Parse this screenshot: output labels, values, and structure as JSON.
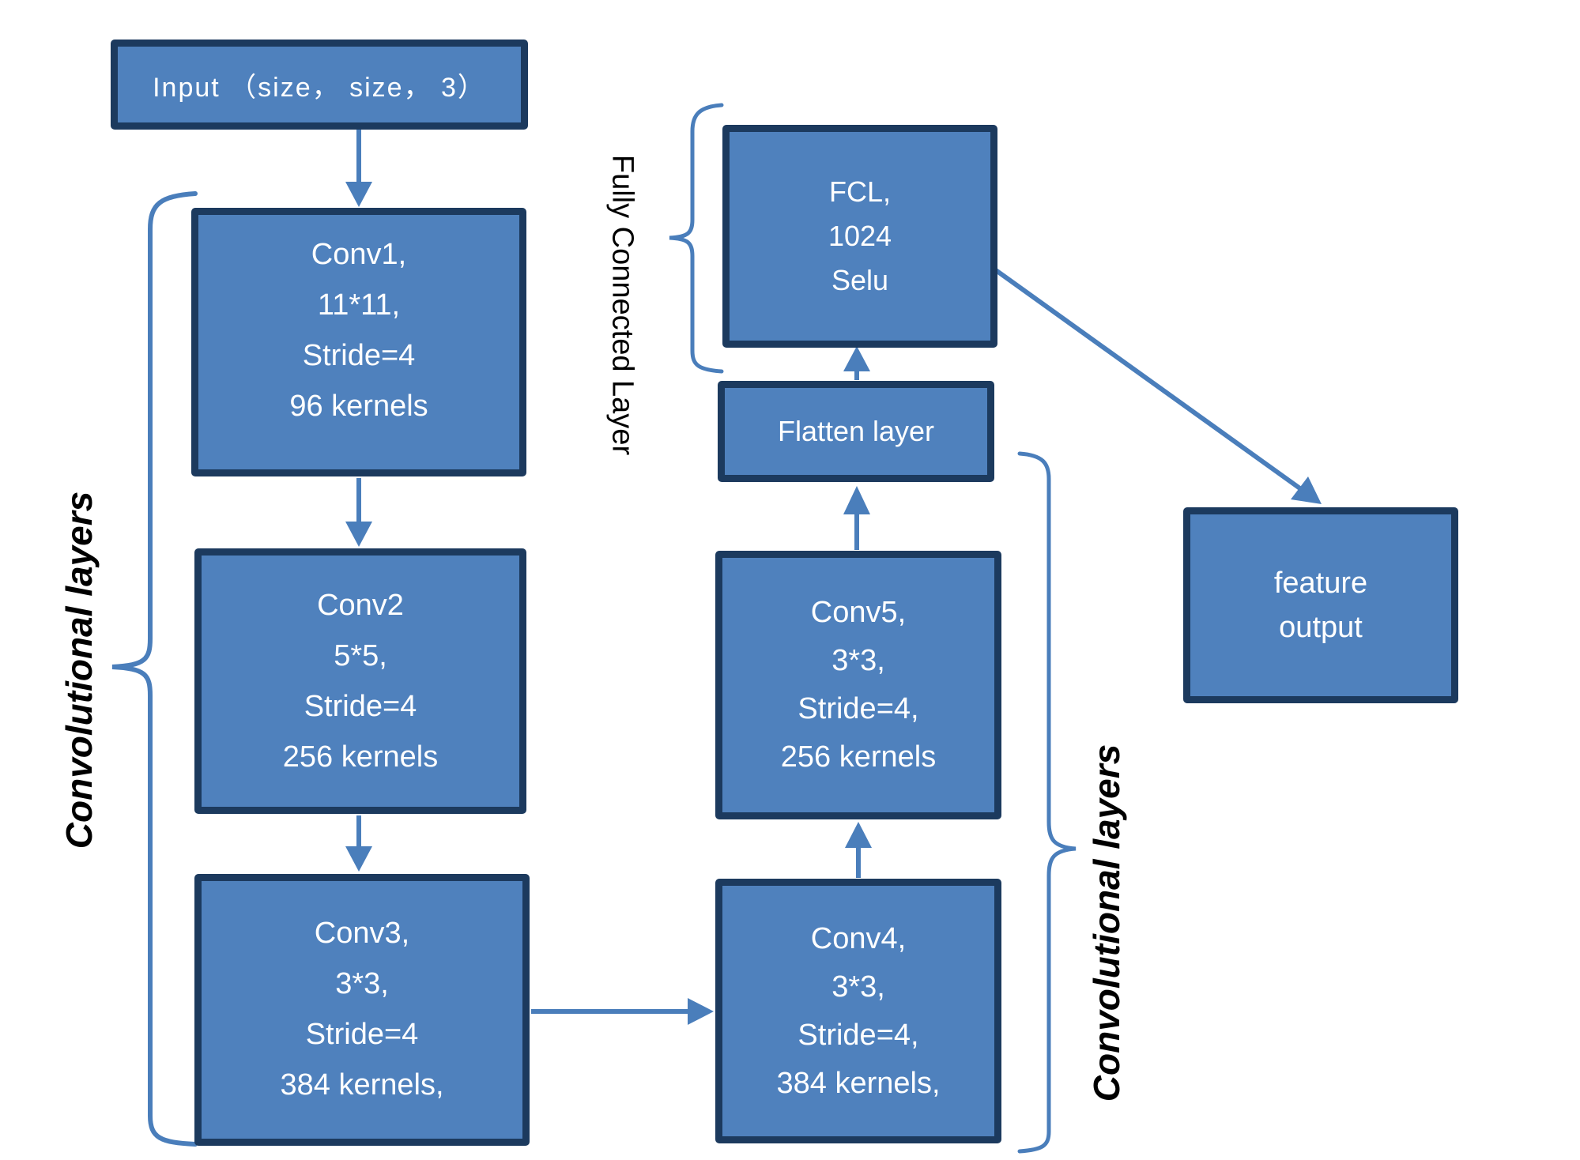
{
  "diagram_title": "CNN architecture flow diagram",
  "boxes": {
    "input": {
      "label": "Input （size， size， 3）"
    },
    "conv1": {
      "lines": [
        "Conv1,",
        "11*11,",
        "Stride=4",
        "96 kernels"
      ]
    },
    "conv2": {
      "lines": [
        "Conv2",
        "5*5,",
        "Stride=4",
        "256 kernels"
      ]
    },
    "conv3": {
      "lines": [
        "Conv3,",
        "3*3,",
        "Stride=4",
        "384 kernels,"
      ]
    },
    "conv4": {
      "lines": [
        "Conv4,",
        "3*3,",
        "Stride=4,",
        "384 kernels,"
      ]
    },
    "conv5": {
      "lines": [
        "Conv5,",
        "3*3,",
        "Stride=4,",
        "256 kernels"
      ]
    },
    "flatten": {
      "label": "Flatten layer"
    },
    "fcl": {
      "lines": [
        "FCL,",
        "1024",
        "Selu"
      ]
    },
    "feature_output": {
      "lines": [
        "feature",
        "output"
      ]
    }
  },
  "labels": {
    "fully_connected": "Fully Connected Layer",
    "conv_left": "Convolutional layers",
    "conv_right": "Convolutional layers"
  },
  "colors": {
    "box_fill": "#4f81bd",
    "box_border": "#1c3a5e",
    "arrow_blue": "#4a7ebb",
    "box_text": "#ffffff",
    "label_text": "#000000"
  }
}
